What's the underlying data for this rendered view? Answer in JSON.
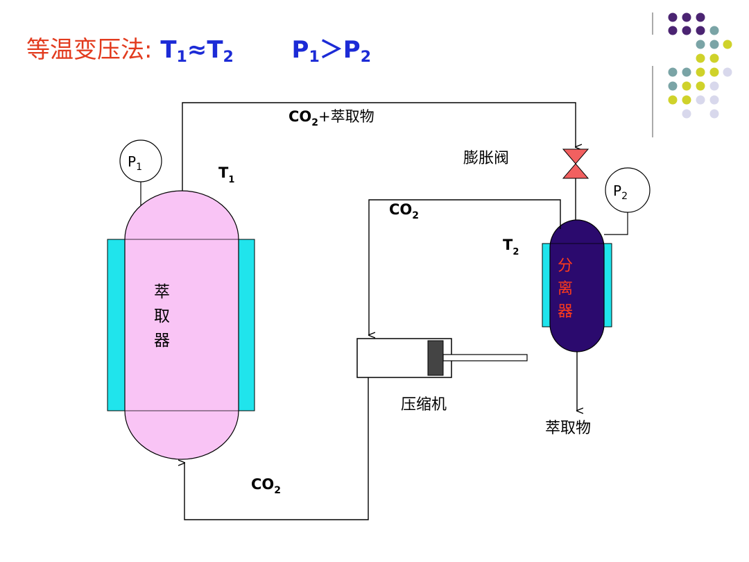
{
  "title": {
    "prefix": "等温变压法:",
    "t1": "T",
    "t1_sub": "1",
    "approx": "≈",
    "t2": "T",
    "t2_sub": "2",
    "p1": "P",
    "p1_sub": "1",
    "gt": "＞",
    "p2": "P",
    "p2_sub": "2"
  },
  "colors": {
    "title_cn": "#e23b1e",
    "title_formula": "#1c2bd6",
    "extractor_fill": "#f9c4f5",
    "jacket_fill": "#20e4ec",
    "separator_fill": "#2b0a6e",
    "separator_text": "#ff3b1a",
    "valve_fill": "#f26060",
    "dot_purple": "#4b2472",
    "dot_teal": "#7aa4a6",
    "dot_yellow": "#cfd22a",
    "dot_lavender": "#d8d8ec"
  },
  "labels": {
    "top_pipe": "CO",
    "top_pipe_sub": "2",
    "top_pipe_rest": "+萃取物",
    "valve": "膨胀阀",
    "p1": "P",
    "p1_sub": "1",
    "p2": "P",
    "p2_sub": "2",
    "t1": "T",
    "t1_sub": "1",
    "t2": "T",
    "t2_sub": "2",
    "co2_mid": "CO",
    "co2_mid_sub": "2",
    "co2_bottom": "CO",
    "co2_bottom_sub": "2",
    "extractor_chars": [
      "萃",
      "取",
      "器"
    ],
    "separator_chars": [
      "分",
      "离",
      "器"
    ],
    "compressor": "压缩机",
    "product": "萃取物"
  }
}
